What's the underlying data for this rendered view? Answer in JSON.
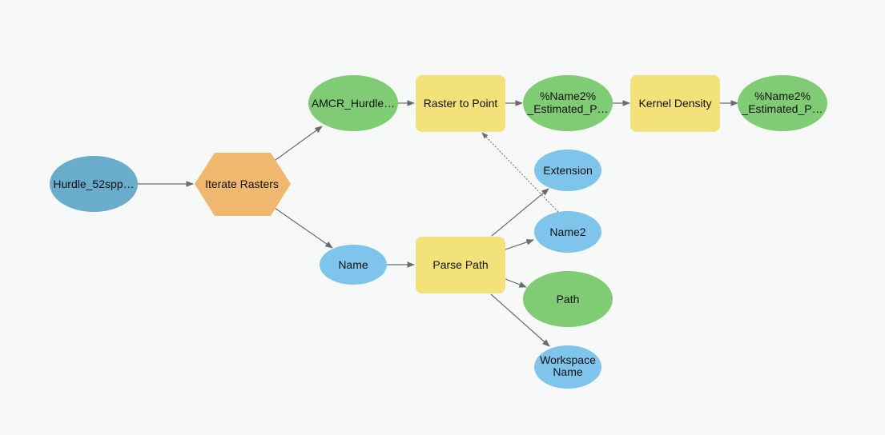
{
  "diagram": {
    "nodes": {
      "hurdle_input": {
        "label": "Hurdle_52spp…",
        "kind": "input-dataset",
        "color": "#6aaccc"
      },
      "iterate_rasters": {
        "label": "Iterate Rasters",
        "kind": "iterator",
        "color": "#f0b86f"
      },
      "amcr_hurdle": {
        "label": "AMCR_Hurdle…",
        "kind": "derived-data",
        "color": "#80cc74"
      },
      "raster_to_point": {
        "label": "Raster to Point",
        "kind": "tool",
        "color": "#f3e17a"
      },
      "estimated_p_1": {
        "line1": "%Name2%",
        "line2": "_Estimated_P…",
        "kind": "derived-data",
        "color": "#80cc74"
      },
      "kernel_density": {
        "label": "Kernel Density",
        "kind": "tool",
        "color": "#f3e17a"
      },
      "estimated_p_2": {
        "line1": "%Name2%",
        "line2": "_Estimated_P…",
        "kind": "derived-data",
        "color": "#80cc74"
      },
      "name": {
        "label": "Name",
        "kind": "variable",
        "color": "#7fc4ea"
      },
      "parse_path": {
        "label": "Parse Path",
        "kind": "tool",
        "color": "#f3e17a"
      },
      "extension": {
        "label": "Extension",
        "kind": "variable",
        "color": "#7fc4ea"
      },
      "name2": {
        "label": "Name2",
        "kind": "variable",
        "color": "#7fc4ea"
      },
      "path": {
        "label": "Path",
        "kind": "derived-data",
        "color": "#80cc74"
      },
      "workspace_name": {
        "line1": "Workspace",
        "line2": "Name",
        "kind": "variable",
        "color": "#7fc4ea"
      }
    },
    "connectors": [
      {
        "from": "hurdle_input",
        "to": "iterate_rasters",
        "style": "solid"
      },
      {
        "from": "iterate_rasters",
        "to": "amcr_hurdle",
        "style": "solid"
      },
      {
        "from": "iterate_rasters",
        "to": "name",
        "style": "solid"
      },
      {
        "from": "amcr_hurdle",
        "to": "raster_to_point",
        "style": "solid"
      },
      {
        "from": "raster_to_point",
        "to": "estimated_p_1",
        "style": "solid"
      },
      {
        "from": "estimated_p_1",
        "to": "kernel_density",
        "style": "solid"
      },
      {
        "from": "kernel_density",
        "to": "estimated_p_2",
        "style": "solid"
      },
      {
        "from": "name",
        "to": "parse_path",
        "style": "solid"
      },
      {
        "from": "parse_path",
        "to": "extension",
        "style": "solid"
      },
      {
        "from": "parse_path",
        "to": "name2",
        "style": "solid"
      },
      {
        "from": "parse_path",
        "to": "path",
        "style": "solid"
      },
      {
        "from": "parse_path",
        "to": "workspace_name",
        "style": "solid"
      },
      {
        "from": "name2",
        "to": "raster_to_point",
        "style": "dashed"
      }
    ],
    "colors": {
      "background": "#f7f8f8",
      "connector": "#6b6b6b"
    }
  }
}
